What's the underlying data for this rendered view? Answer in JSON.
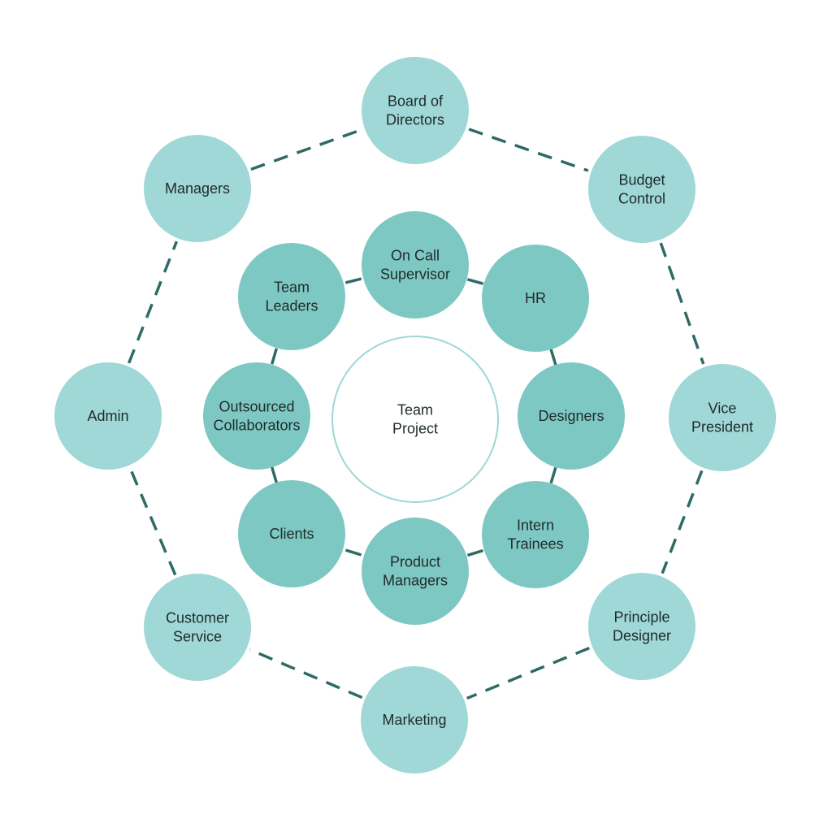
{
  "center": {
    "lines": [
      "Team",
      "Project"
    ]
  },
  "inner_nodes": [
    {
      "id": "on-call-supervisor",
      "lines": [
        "On Call",
        "Supervisor"
      ]
    },
    {
      "id": "hr",
      "lines": [
        "HR"
      ]
    },
    {
      "id": "designers",
      "lines": [
        "Designers"
      ]
    },
    {
      "id": "intern-trainees",
      "lines": [
        "Intern",
        "Trainees"
      ]
    },
    {
      "id": "product-managers",
      "lines": [
        "Product",
        "Managers"
      ]
    },
    {
      "id": "clients",
      "lines": [
        "Clients"
      ]
    },
    {
      "id": "outsourced-collaborators",
      "lines": [
        "Outsourced",
        "Collaborators"
      ]
    },
    {
      "id": "team-leaders",
      "lines": [
        "Team",
        "Leaders"
      ]
    }
  ],
  "outer_nodes": [
    {
      "id": "board-of-directors",
      "lines": [
        "Board of",
        "Directors"
      ]
    },
    {
      "id": "budget-control",
      "lines": [
        "Budget",
        "Control"
      ]
    },
    {
      "id": "vice-president",
      "lines": [
        "Vice",
        "President"
      ]
    },
    {
      "id": "principle-designer",
      "lines": [
        "Principle",
        "Designer"
      ]
    },
    {
      "id": "marketing",
      "lines": [
        "Marketing"
      ]
    },
    {
      "id": "customer-service",
      "lines": [
        "Customer",
        "Service"
      ]
    },
    {
      "id": "admin",
      "lines": [
        "Admin"
      ]
    },
    {
      "id": "managers",
      "lines": [
        "Managers"
      ]
    }
  ],
  "colors": {
    "outer_fill": "#9fd8d6",
    "inner_fill": "#7ec8c3",
    "center_stroke": "#9fd8d6",
    "connector": "#2e6b66"
  }
}
